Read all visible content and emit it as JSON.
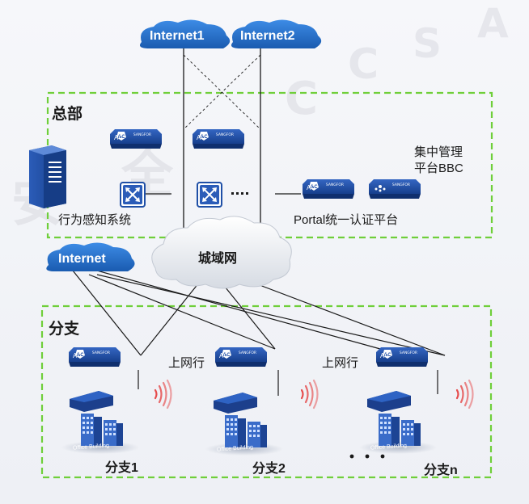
{
  "clouds": {
    "internet1": "Internet1",
    "internet2": "Internet2",
    "internet_branch": "Internet",
    "man": "城域网"
  },
  "hq": {
    "title": "总部",
    "behavior_label": "行为感知系统",
    "mgmt_line1": "集中管理",
    "mgmt_line2": "平台BBC",
    "portal_label": "Portal统一认证平台"
  },
  "branch": {
    "title": "分支",
    "b1": "分支1",
    "b2": "分支2",
    "bn": "分支n",
    "net_label_a": "上网行",
    "net_label_b": "上网行"
  },
  "device": {
    "ac": "AC",
    "brand": "SANGFOR",
    "building": "Office Building"
  },
  "watermark": [
    "安",
    "全",
    "C",
    "C",
    "S",
    "A"
  ],
  "colors": {
    "cloud": "#2a78d6",
    "cloud_dark": "#1a5bb0",
    "dashed_green": "#6fcf3a",
    "device": "#1f4fa6",
    "line": "#1a1a1a",
    "wifi": "#e43a3a"
  }
}
